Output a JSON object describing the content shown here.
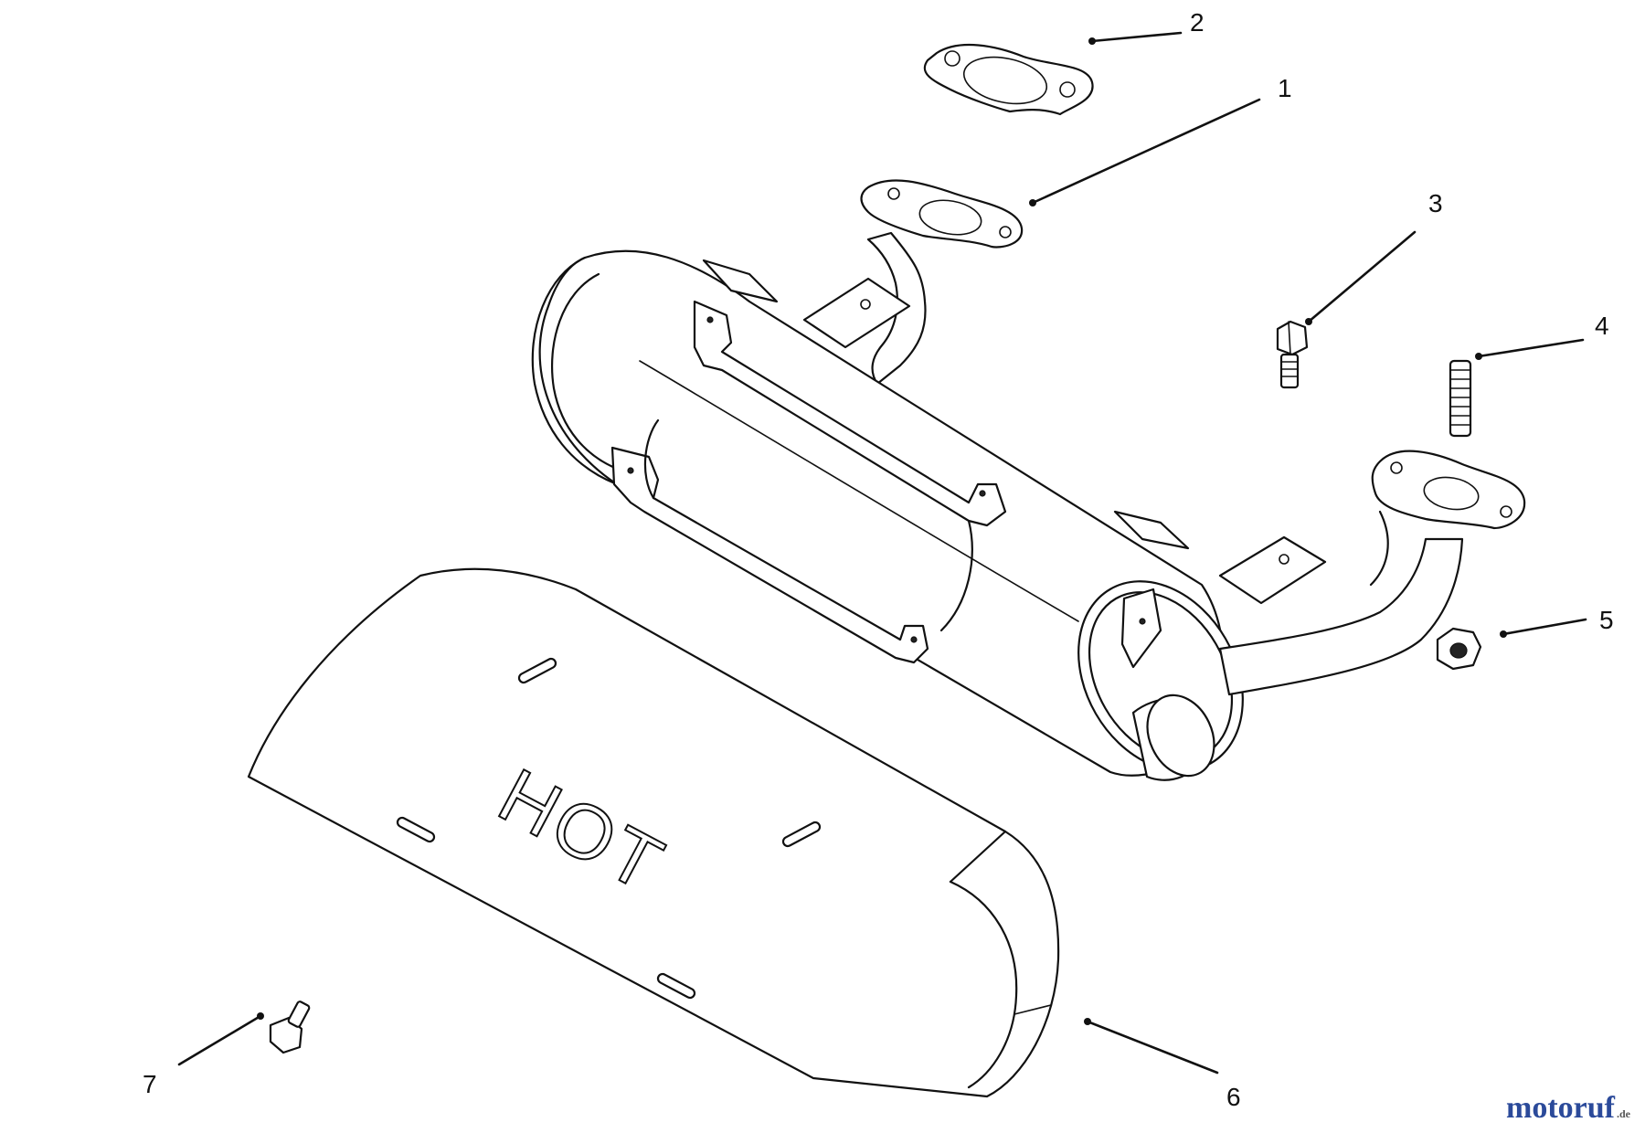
{
  "diagram": {
    "callouts": {
      "c1": "1",
      "c2": "2",
      "c3": "3",
      "c4": "4",
      "c5": "5",
      "c6": "6",
      "c7": "7"
    },
    "shield_text": "HOT"
  },
  "watermark": {
    "brand": "motoruf",
    "tld": ".de",
    "brand_color": "#2b4a9a",
    "accent_color": "#e07a1a"
  }
}
